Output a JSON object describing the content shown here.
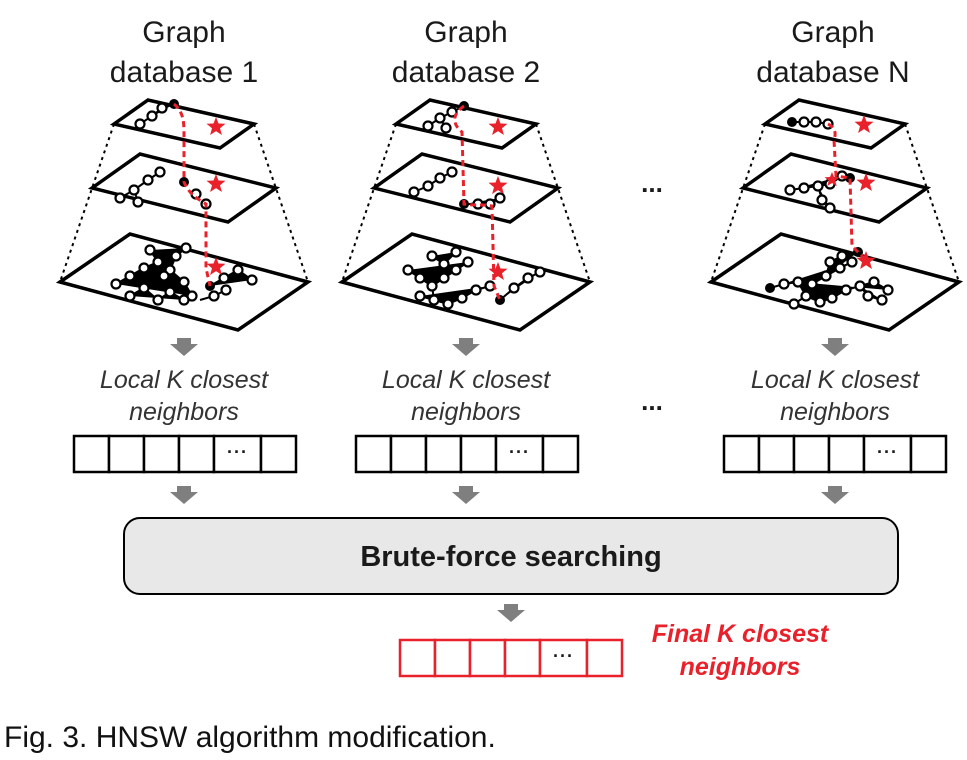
{
  "databases": [
    {
      "title_line1": "Graph",
      "title_line2": "database 1",
      "label_line1": "Local K closest",
      "label_line2": "neighbors"
    },
    {
      "title_line1": "Graph",
      "title_line2": "database 2",
      "label_line1": "Local K closest",
      "label_line2": "neighbors"
    },
    {
      "title_line1": "Graph",
      "title_line2": "database N",
      "label_line1": "Local K closest",
      "label_line2": "neighbors"
    }
  ],
  "ellipsis": "...",
  "box_ellipsis": "···",
  "brute_force_label": "Brute-force searching",
  "final_label_line1": "Final K closest",
  "final_label_line2": "neighbors",
  "caption": "Fig. 3. HNSW algorithm modification.",
  "colors": {
    "accent_red": "#e8212b",
    "box_fill": "#e8e8e8",
    "arrow_gray": "#7f7f7f"
  },
  "icons": [
    "star-icon",
    "down-arrow-icon"
  ]
}
